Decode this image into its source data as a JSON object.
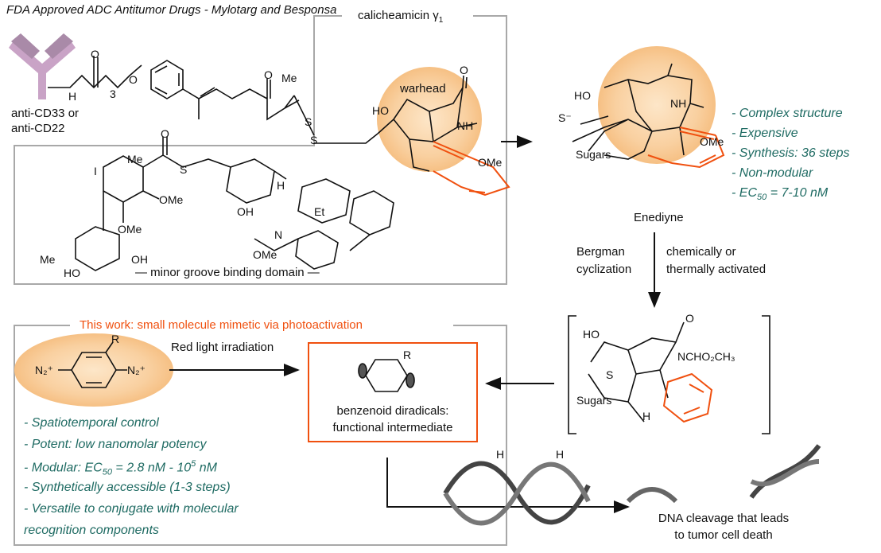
{
  "title": "FDA Approved ADC Antitumor Drugs - Mylotarg and Besponsa",
  "antibody": {
    "label_line1": "anti-CD33 or",
    "label_line2": "anti-CD22",
    "color": "#c9a3c6"
  },
  "calicheamicin": {
    "label": "calicheamicin γ",
    "subscript": "1",
    "warhead_label": "warhead",
    "domain_label": "— minor groove binding domain —"
  },
  "atoms": {
    "O": "O",
    "H": "H",
    "N": "N",
    "S": "S",
    "HO": "HO",
    "OH": "OH",
    "OMe": "OMe",
    "Me": "Me",
    "I": "I",
    "Et": "Et",
    "NH": "NH",
    "sub3": "3",
    "Sugars": "Sugars",
    "NCHO2CH3": "NCHO₂CH₃",
    "R": "R",
    "N2plus": "N₂⁺",
    "S_minus": "S⁻"
  },
  "enediyne": {
    "label": "Enediyne",
    "bullets": [
      "- Complex structure",
      "- Expensive",
      "- Synthesis: 36 steps",
      "- Non-modular",
      "- EC50 = 7-10 nM"
    ]
  },
  "step": {
    "left_line1": "Bergman",
    "left_line2": "cyclization",
    "right_line1": "chemically or",
    "right_line2": "thermally activated"
  },
  "this_work": {
    "title": "This work: small molecule mimetic via photoactivation",
    "arrow_label": "Red light irradiation",
    "box_line1": "benzenoid diradicals:",
    "box_line2": "functional intermediate",
    "bullets": [
      "- Spatiotemporal control",
      "- Potent: low nanomolar potency",
      "- Modular: EC50 = 2.8 nM - 10^5 nM",
      "- Synthetically accessible (1-3 steps)",
      "- Versatile to conjugate with molecular",
      "recognition components"
    ]
  },
  "dna": {
    "line1": "DNA cleavage that leads",
    "line2": "to tumor cell death",
    "H": "H"
  },
  "colors": {
    "accent": "#f0500f",
    "teal": "#1f6b63",
    "frame": "#a8a8a8",
    "glow": "#f7c58a"
  }
}
